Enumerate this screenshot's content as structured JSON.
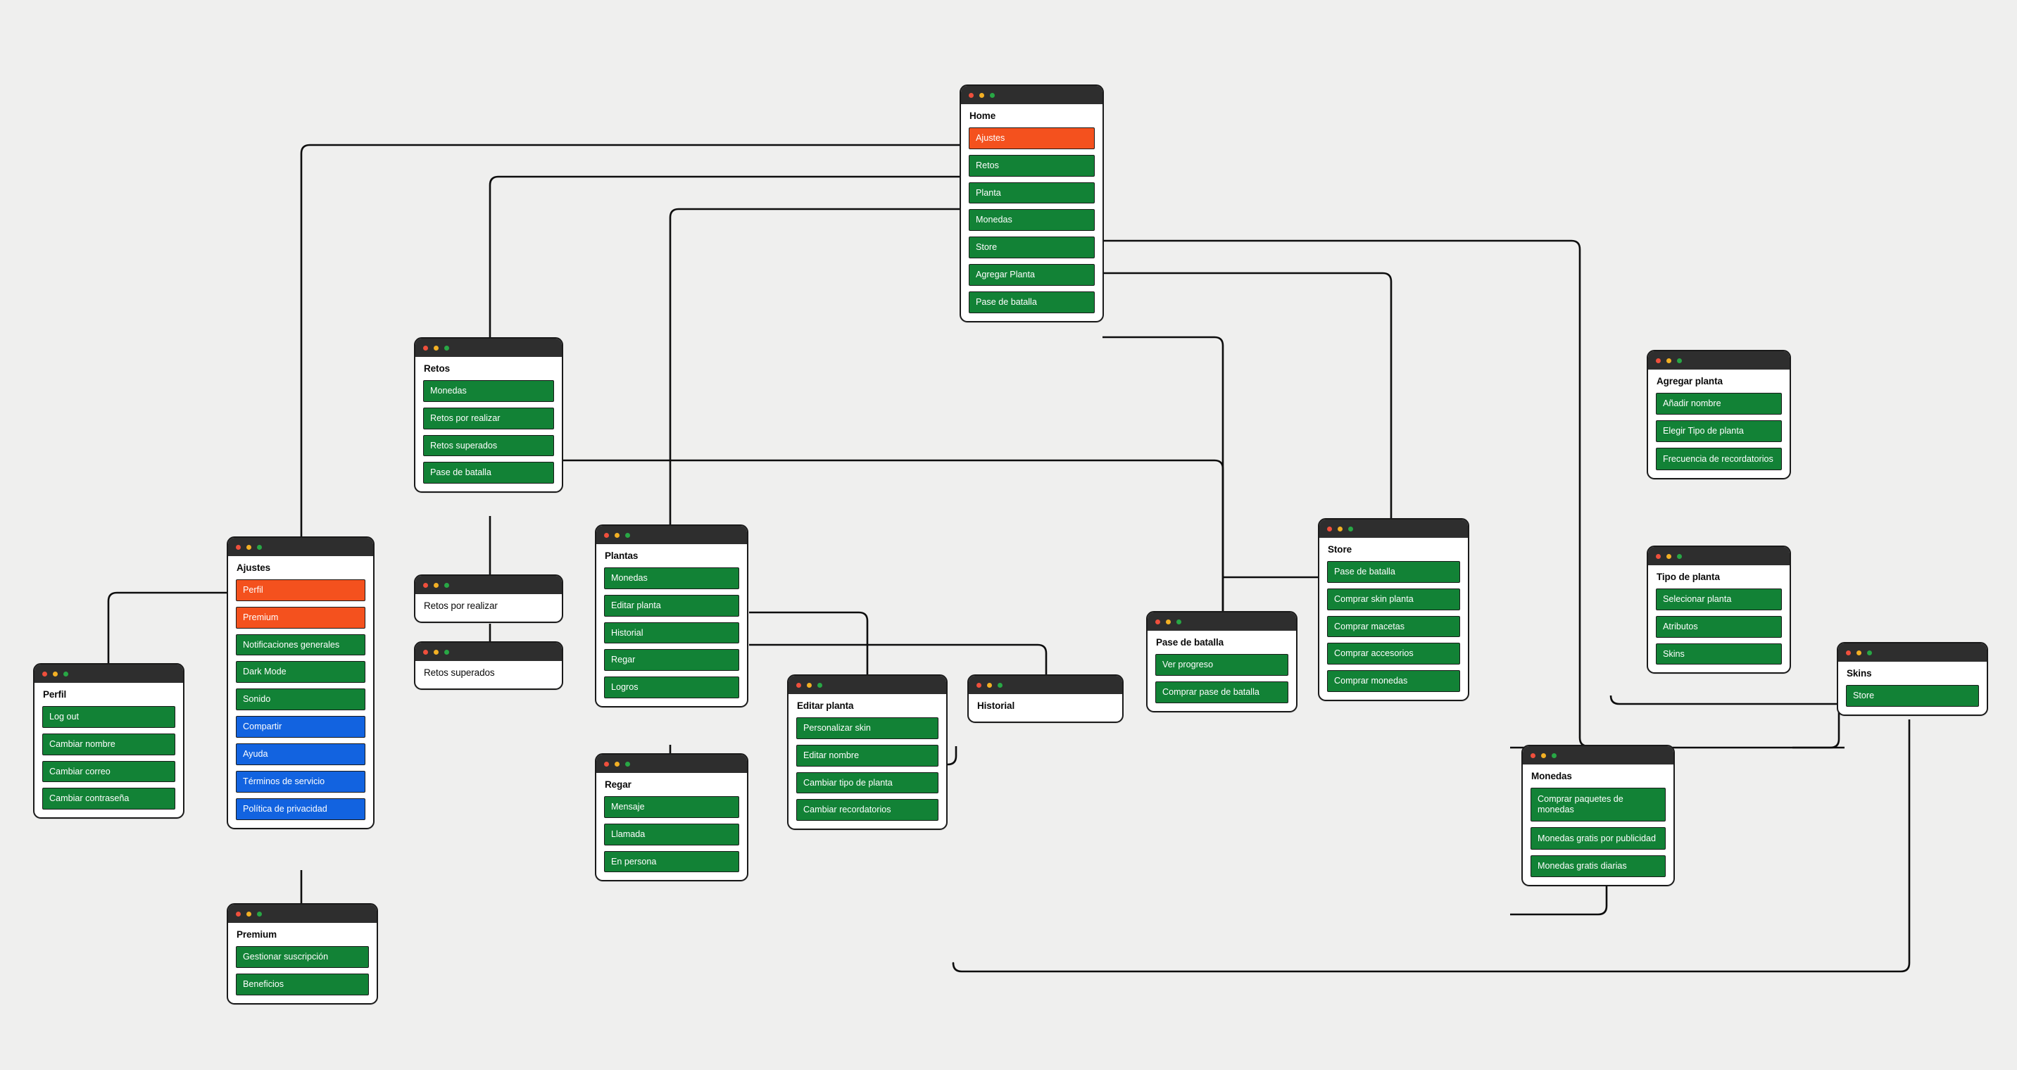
{
  "meta": {
    "background_color": "#efefee",
    "title_bar_color": "#2e2e2e",
    "connector_color": "#0d0d0d",
    "colors": {
      "green": "#128236",
      "orange": "#f4511e",
      "blue": "#1263e0",
      "dot_red": "#ef4f3c",
      "dot_yellow": "#f2b024",
      "dot_green": "#28a745"
    }
  },
  "windows": {
    "home": {
      "title": "Home",
      "buttons": [
        {
          "label": "Ajustes",
          "color": "orange"
        },
        {
          "label": "Retos",
          "color": "green"
        },
        {
          "label": "Planta",
          "color": "green"
        },
        {
          "label": "Monedas",
          "color": "green"
        },
        {
          "label": "Store",
          "color": "green"
        },
        {
          "label": "Agregar Planta",
          "color": "green"
        },
        {
          "label": "Pase de batalla",
          "color": "green"
        }
      ]
    },
    "ajustes": {
      "title": "Ajustes",
      "buttons": [
        {
          "label": "Perfil",
          "color": "orange"
        },
        {
          "label": "Premium",
          "color": "orange"
        },
        {
          "label": "Notificaciones generales",
          "color": "green"
        },
        {
          "label": "Dark Mode",
          "color": "green"
        },
        {
          "label": "Sonido",
          "color": "green"
        },
        {
          "label": "Compartir",
          "color": "blue"
        },
        {
          "label": "Ayuda",
          "color": "blue"
        },
        {
          "label": "Términos de servicio",
          "color": "blue"
        },
        {
          "label": "Política de privacidad",
          "color": "blue"
        }
      ]
    },
    "perfil": {
      "title": "Perfil",
      "buttons": [
        {
          "label": "Log out",
          "color": "green"
        },
        {
          "label": "Cambiar nombre",
          "color": "green"
        },
        {
          "label": "Cambiar correo",
          "color": "green"
        },
        {
          "label": "Cambiar contraseña",
          "color": "green"
        }
      ]
    },
    "premium": {
      "title": "Premium",
      "buttons": [
        {
          "label": "Gestionar suscripción",
          "color": "green"
        },
        {
          "label": "Beneficios",
          "color": "green"
        }
      ]
    },
    "retos": {
      "title": "Retos",
      "buttons": [
        {
          "label": "Monedas",
          "color": "green"
        },
        {
          "label": "Retos por realizar",
          "color": "green"
        },
        {
          "label": "Retos superados",
          "color": "green"
        },
        {
          "label": "Pase de batalla",
          "color": "green"
        }
      ]
    },
    "retos_por_realizar": {
      "title": "Retos por realizar",
      "buttons": []
    },
    "retos_superados": {
      "title": "Retos superados",
      "buttons": []
    },
    "plantas": {
      "title": "Plantas",
      "buttons": [
        {
          "label": "Monedas",
          "color": "green"
        },
        {
          "label": "Editar planta",
          "color": "green"
        },
        {
          "label": "Historial",
          "color": "green"
        },
        {
          "label": "Regar",
          "color": "green"
        },
        {
          "label": "Logros",
          "color": "green"
        }
      ]
    },
    "regar": {
      "title": "Regar",
      "buttons": [
        {
          "label": "Mensaje",
          "color": "green"
        },
        {
          "label": "Llamada",
          "color": "green"
        },
        {
          "label": "En persona",
          "color": "green"
        }
      ]
    },
    "editar_planta": {
      "title": "Editar planta",
      "buttons": [
        {
          "label": "Personalizar skin",
          "color": "green"
        },
        {
          "label": "Editar nombre",
          "color": "green"
        },
        {
          "label": "Cambiar tipo de planta",
          "color": "green"
        },
        {
          "label": "Cambiar recordatorios",
          "color": "green"
        }
      ]
    },
    "historial": {
      "title": "Historial",
      "buttons": []
    },
    "pase_de_batalla": {
      "title": "Pase de batalla",
      "buttons": [
        {
          "label": "Ver progreso",
          "color": "green"
        },
        {
          "label": "Comprar pase de batalla",
          "color": "green"
        }
      ]
    },
    "store": {
      "title": "Store",
      "buttons": [
        {
          "label": "Pase de batalla",
          "color": "green"
        },
        {
          "label": "Comprar skin planta",
          "color": "green"
        },
        {
          "label": "Comprar macetas",
          "color": "green"
        },
        {
          "label": "Comprar accesorios",
          "color": "green"
        },
        {
          "label": "Comprar monedas",
          "color": "green"
        }
      ]
    },
    "agregar_planta": {
      "title": "Agregar planta",
      "buttons": [
        {
          "label": "Añadir nombre",
          "color": "green"
        },
        {
          "label": "Elegir Tipo de planta",
          "color": "green"
        },
        {
          "label": "Frecuencia de recordatorios",
          "color": "green"
        }
      ]
    },
    "tipo_de_planta": {
      "title": "Tipo de planta",
      "buttons": [
        {
          "label": "Selecionar planta",
          "color": "green"
        },
        {
          "label": "Atributos",
          "color": "green"
        },
        {
          "label": "Skins",
          "color": "green"
        }
      ]
    },
    "skins": {
      "title": "Skins",
      "buttons": [
        {
          "label": "Store",
          "color": "green"
        }
      ]
    },
    "monedas": {
      "title": "Monedas",
      "buttons": [
        {
          "label": "Comprar paquetes de monedas",
          "color": "green"
        },
        {
          "label": "Monedas gratis por publicidad",
          "color": "green"
        },
        {
          "label": "Monedas gratis diarias",
          "color": "green"
        }
      ]
    }
  }
}
